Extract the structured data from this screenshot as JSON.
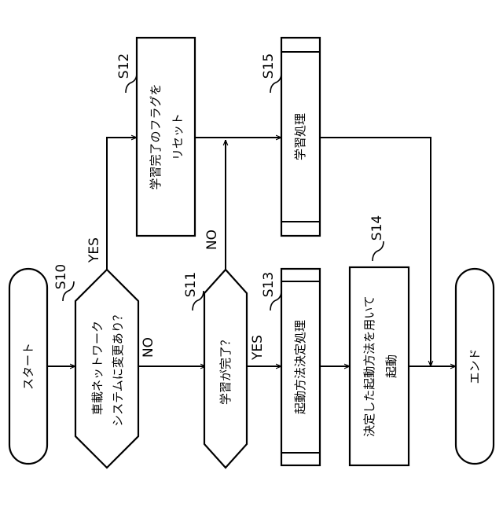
{
  "nodes": {
    "start": {
      "text": "スタート"
    },
    "s10": {
      "id": "S10",
      "line1": "車載ネットワーク",
      "line2": "システムに変更あり？"
    },
    "s11": {
      "id": "S11",
      "text": "学習が完了？"
    },
    "s12": {
      "id": "S12",
      "line1": "学習完了のフラグを",
      "line2": "リセット"
    },
    "s13": {
      "id": "S13",
      "text": "起動方法決定処理"
    },
    "s14": {
      "id": "S14",
      "line1": "決定した起動方法を用いて",
      "line2": "起動"
    },
    "s15": {
      "id": "S15",
      "text": "学習処理"
    },
    "end": {
      "text": "エンド"
    }
  },
  "branches": {
    "s10_yes": "YES",
    "s10_no": "NO",
    "s11_yes": "YES",
    "s11_no": "NO"
  }
}
